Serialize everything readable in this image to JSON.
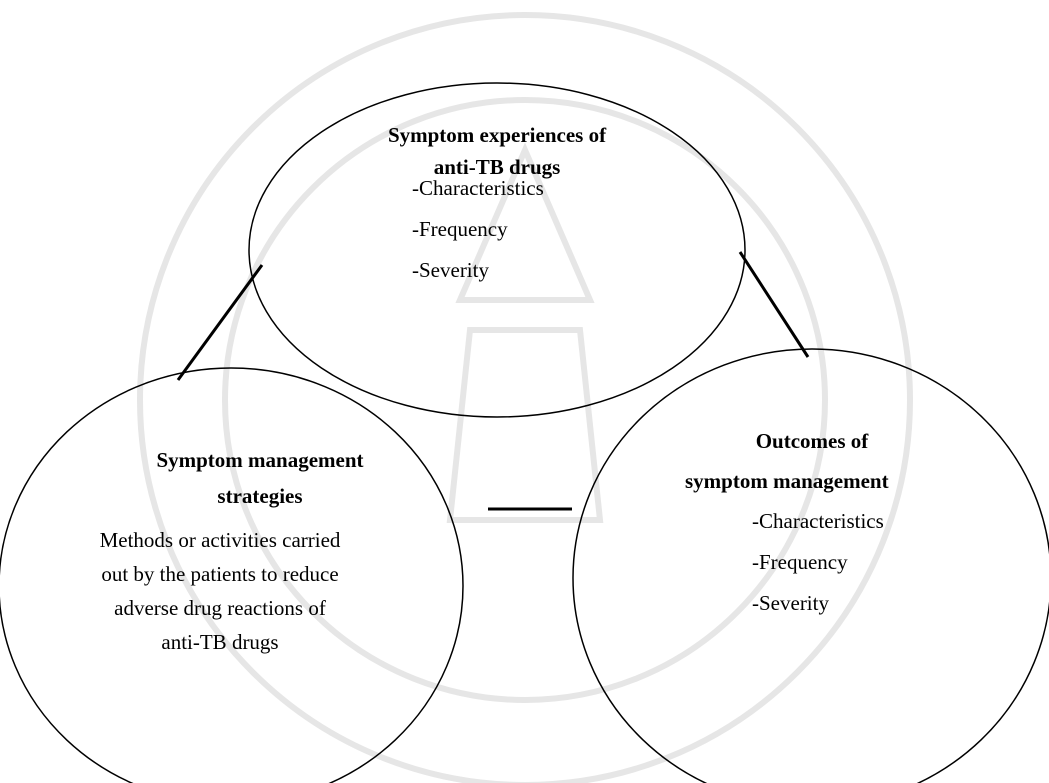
{
  "nodes": {
    "top": {
      "title_lines": [
        "Symptom experiences of",
        "anti-TB drugs"
      ],
      "items": [
        "-Characteristics",
        "-Frequency",
        "-Severity"
      ]
    },
    "left": {
      "title_lines": [
        "Symptom management",
        "strategies"
      ],
      "body_lines": [
        "Methods or activities carried",
        "out by the patients to reduce",
        "adverse drug reactions of",
        "anti-TB drugs"
      ]
    },
    "right": {
      "title_lines": [
        "Outcomes of",
        "symptom management"
      ],
      "items": [
        "-Characteristics",
        "-Frequency",
        "-Severity"
      ]
    }
  },
  "colors": {
    "stroke": "#000000",
    "background": "#ffffff",
    "watermark": "#e6e6e6"
  }
}
